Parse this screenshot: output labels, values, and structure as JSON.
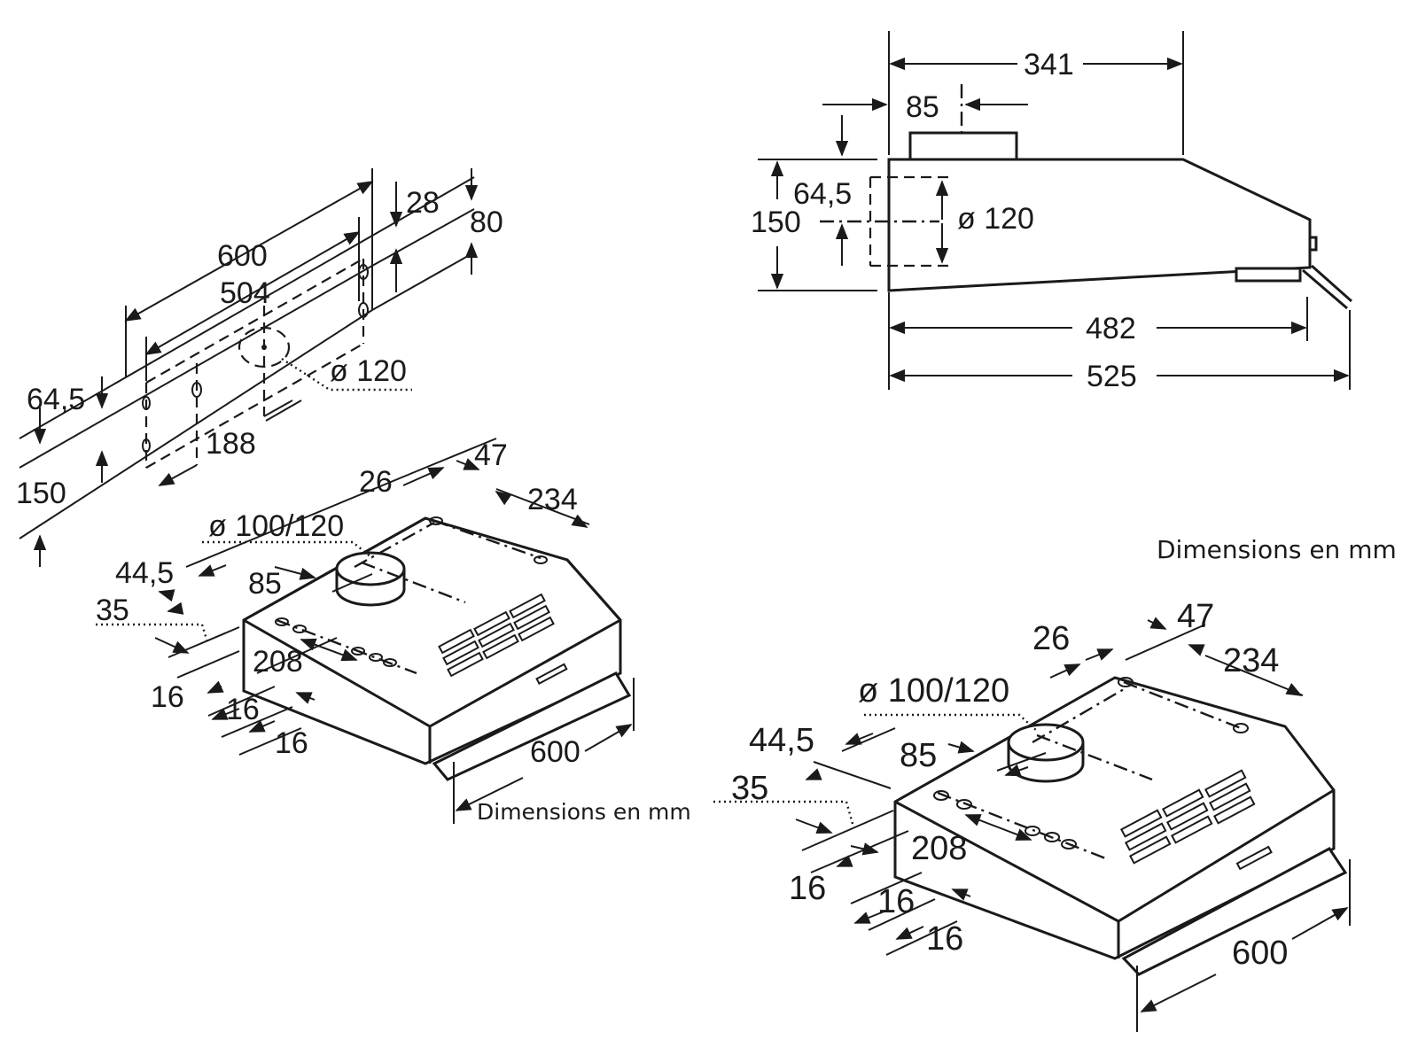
{
  "mounting_view": {
    "width": "600",
    "hole_spacing": "504",
    "top_offset": "28",
    "top_height": "80",
    "side_offset": "64,5",
    "height": "150",
    "duct_offset": "188",
    "duct_diameter": "ø 120"
  },
  "side_view": {
    "top_depth": "341",
    "duct_offset": "85",
    "duct_height": "64,5",
    "height": "150",
    "duct_diameter": "ø 120",
    "depth_482": "482",
    "depth_525": "525"
  },
  "iso_views": [
    {
      "depth_26": "26",
      "depth_47": "47",
      "depth_234": "234",
      "duct_diameter": "ø 100/120",
      "offset_445": "44,5",
      "offset_85": "85",
      "offset_35": "35",
      "spacing_208": "208",
      "step_a": "16",
      "step_b": "16",
      "step_c": "16",
      "width": "600",
      "unit_note": "Dimensions en mm"
    },
    {
      "depth_26": "26",
      "depth_47": "47",
      "depth_234": "234",
      "duct_diameter": "ø 100/120",
      "offset_445": "44,5",
      "offset_85": "85",
      "offset_35": "35",
      "spacing_208": "208",
      "step_a": "16",
      "step_b": "16",
      "step_c": "16",
      "width": "600",
      "unit_note": "Dimensions en mm"
    }
  ]
}
